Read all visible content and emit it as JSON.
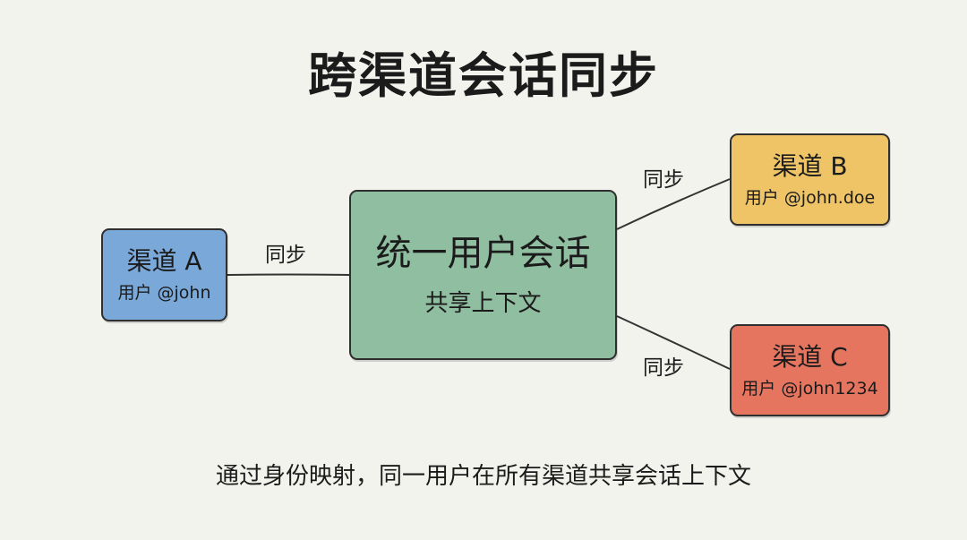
{
  "title": "跨渠道会话同步",
  "center": {
    "title": "统一用户会话",
    "subtitle": "共享上下文"
  },
  "channels": [
    {
      "name": "渠道 A",
      "user": "用户 @john",
      "color": "#7aa8d8"
    },
    {
      "name": "渠道 B",
      "user": "用户 @john.doe",
      "color": "#eec466"
    },
    {
      "name": "渠道 C",
      "user": "用户 @john1234",
      "color": "#e67560"
    }
  ],
  "edge_labels": [
    "同步",
    "同步",
    "同步"
  ],
  "caption": "通过身份映射，同一用户在所有渠道共享会话上下文"
}
